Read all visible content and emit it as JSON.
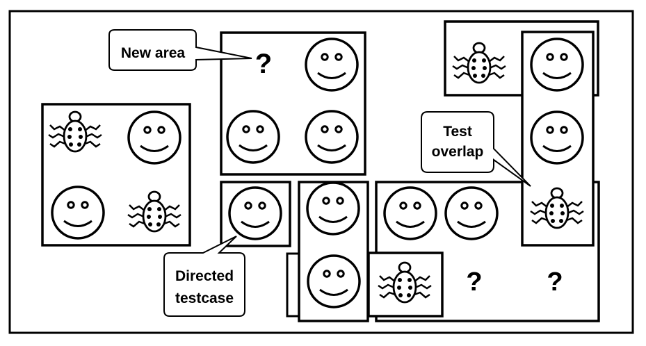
{
  "callouts": {
    "new_area": "New area",
    "test_overlap_line1": "Test",
    "test_overlap_line2": "overlap",
    "directed_line1": "Directed",
    "directed_line2": "testcase"
  },
  "unknown_mark": "?",
  "icons": {
    "smiley": "smiley-face-icon",
    "bug": "bug-icon",
    "unknown": "question-mark-icon"
  },
  "colors": {
    "stroke": "#000000",
    "background": "#ffffff",
    "bug_spots": "#000000"
  }
}
